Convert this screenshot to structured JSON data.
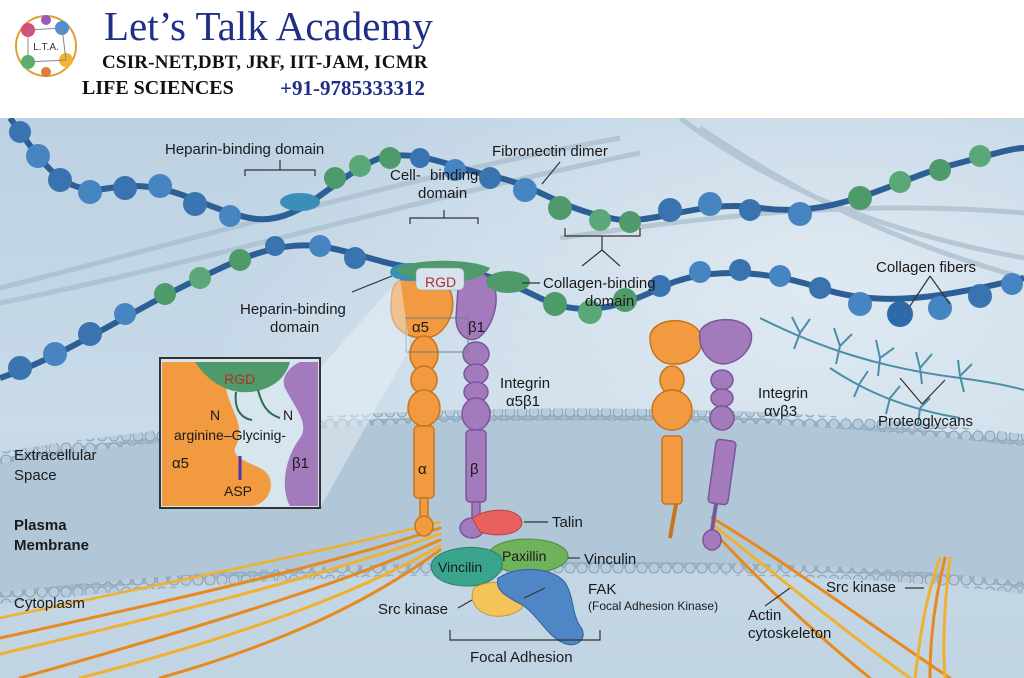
{
  "header": {
    "title": "Let’s Talk Academy",
    "subtitle": "CSIR-NET,DBT, JRF, IIT-JAM, ICMR",
    "life_sciences": "LIFE SCIENCES",
    "phone": "+91-9785333312",
    "logo_mark": "L.T.A."
  },
  "labels": {
    "heparin_top": "Heparin-binding domain",
    "fibronectin": "Fibronectin dimer",
    "cell_binding_1": "Cell-",
    "cell_binding_2": "binding",
    "cell_binding_3": "domain",
    "rgd": "RGD",
    "collagen_binding_1": "Collagen-binding",
    "collagen_binding_2": "domain",
    "heparin_left_1": "Heparin-binding",
    "heparin_left_2": "domain",
    "a5": "α5",
    "b1": "β1",
    "integrin_a5b1_1": "Integrin",
    "integrin_a5b1_2": "α5β1",
    "integrin_avb3_1": "Integrin",
    "integrin_avb3_2": "αvβ3",
    "collagen_fibers": "Collagen fibers",
    "proteoglycans": "Proteoglycans",
    "extracellular_1": "Extracellular",
    "extracellular_2": "Space",
    "plasma_1": "Plasma",
    "plasma_2": "Membrane",
    "cytoplasm": "Cytoplasm",
    "alpha": "α",
    "beta": "β",
    "talin": "Talin",
    "paxillin": "Paxillin",
    "vinculin_right": "Vinculin",
    "vinculin_left": "Vincilin",
    "fak": "FAK",
    "fak_full": "(Focal Adhesion Kinase)",
    "src_kinase_left": "Src kinase",
    "src_kinase_right": "Src kinase",
    "focal_adhesion": "Focal Adhesion",
    "actin_1": "Actin",
    "actin_2": "cytoskeleton"
  },
  "inset": {
    "rgd": "RGD",
    "n_left": "N",
    "n_right": "N",
    "arg_gly": "arginine–Glycinig-",
    "a5": "α5",
    "b1": "β1",
    "asp": "ASP"
  },
  "colors": {
    "background": "#c5d8e7",
    "membrane": "#a9c2d4",
    "alpha_subunit": "#f29a3f",
    "beta_subunit": "#a37bbd",
    "fibronectin_blue": "#3a74b0",
    "fibronectin_green": "#4f9a6a",
    "header_blue": "#1f2f86"
  }
}
